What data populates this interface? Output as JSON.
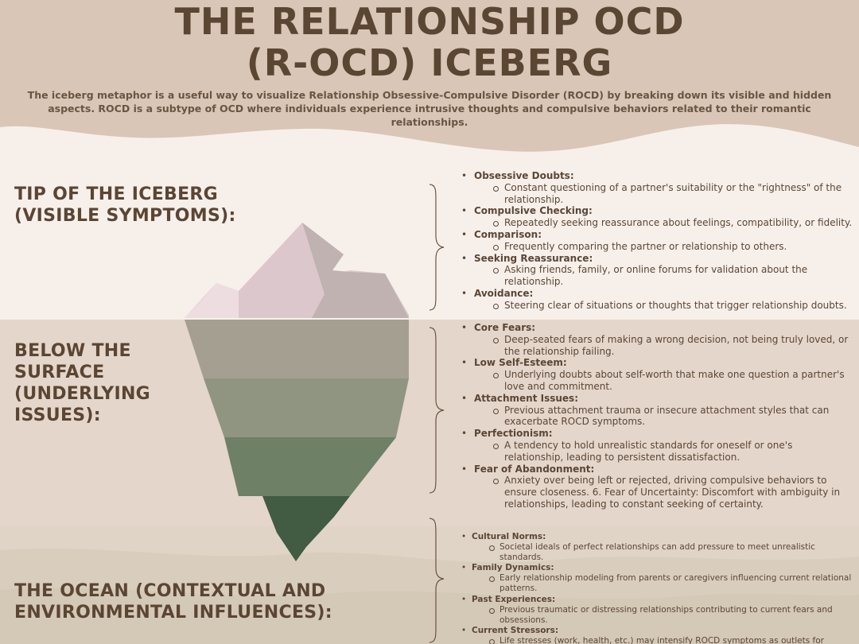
{
  "header": {
    "title_line1": "THE RELATIONSHIP OCD",
    "title_line2": "(R-OCD) ICEBERG",
    "intro": "The iceberg metaphor is a useful way to visualize Relationship Obsessive-Compulsive Disorder (ROCD) by breaking down its visible and hidden aspects. ROCD is a subtype of OCD where individuals experience intrusive thoughts and compulsive behaviors related to their romantic relationships."
  },
  "sections": {
    "tip": {
      "label": "TIP OF THE ICEBERG (VISIBLE SYMPTOMS):",
      "items": [
        {
          "head": "Obsessive Doubts:",
          "detail": "Constant questioning of a partner's suitability or the \"rightness\" of the relationship."
        },
        {
          "head": "Compulsive Checking:",
          "detail": "Repeatedly seeking reassurance about feelings, compatibility, or fidelity."
        },
        {
          "head": "Comparison:",
          "detail": "Frequently comparing the partner or relationship to others."
        },
        {
          "head": "Seeking Reassurance:",
          "detail": "Asking friends, family, or online forums for validation about the relationship."
        },
        {
          "head": "Avoidance:",
          "detail": "Steering clear of situations or thoughts that trigger relationship doubts."
        }
      ]
    },
    "below": {
      "label": "BELOW THE SURFACE (UNDERLYING ISSUES):",
      "items": [
        {
          "head": "Core Fears:",
          "detail": "Deep-seated fears of making a wrong decision, not being truly loved, or the relationship failing."
        },
        {
          "head": "Low Self-Esteem:",
          "detail": "Underlying doubts about self-worth that make one question a partner's love and commitment."
        },
        {
          "head": "Attachment Issues:",
          "detail": "Previous attachment trauma or insecure attachment styles that can exacerbate ROCD symptoms."
        },
        {
          "head": "Perfectionism:",
          "detail": "A tendency to hold unrealistic standards for oneself or one's relationship, leading to persistent dissatisfaction."
        },
        {
          "head": "Fear of Abandonment:",
          "detail": "Anxiety over being left or rejected, driving compulsive behaviors to ensure closeness. 6. Fear of Uncertainty: Discomfort with ambiguity in relationships, leading to constant seeking of certainty."
        }
      ]
    },
    "ocean": {
      "label": "THE OCEAN (CONTEXTUAL AND ENVIRONMENTAL INFLUENCES):",
      "items": [
        {
          "head": "Cultural Norms:",
          "detail": "Societal ideals of perfect relationships can add pressure to meet unrealistic standards."
        },
        {
          "head": "Family Dynamics:",
          "detail": "Early relationship modeling from parents or caregivers influencing current relational patterns."
        },
        {
          "head": "Past Experiences:",
          "detail": "Previous traumatic or distressing relationships contributing to current fears and obsessions."
        },
        {
          "head": "Current Stressors:",
          "detail": "Life stresses (work, health, etc.) may intensify ROCD symptoms as outlets for anxiety."
        }
      ]
    }
  },
  "colors": {
    "header_bg": "#d9c6b6",
    "text": "#5b4533",
    "tip_bg": "#f7f0ea",
    "below_bg": "#e4d6cb",
    "ocean_bg": "#dfd4c6"
  }
}
